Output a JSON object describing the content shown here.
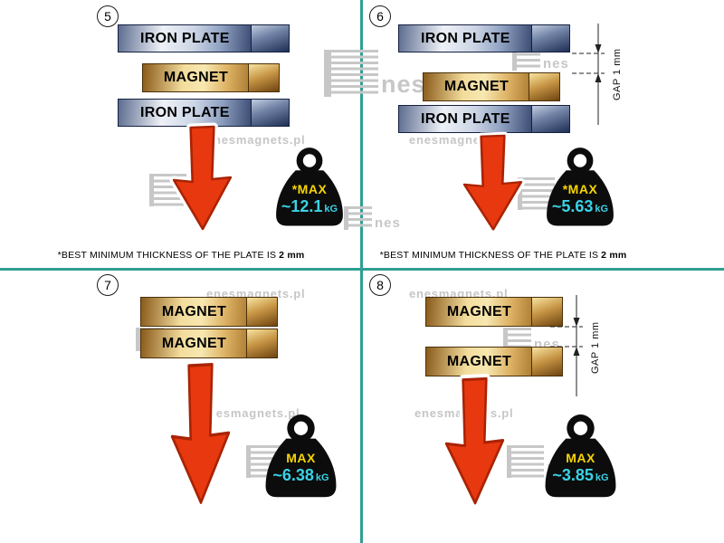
{
  "colors": {
    "divider": "#2f9f92",
    "arrow": "#e8380f",
    "max_text": "#f8d504",
    "value_text": "#3ad2e6"
  },
  "watermark": {
    "url": "enesmagnets.pl",
    "logo_nes": "nes"
  },
  "panels": [
    {
      "number": "5",
      "layers": [
        {
          "kind": "iron",
          "label": "IRON PLATE"
        },
        {
          "kind": "magnet",
          "label": "MAGNET"
        },
        {
          "kind": "iron",
          "label": "IRON PLATE"
        }
      ],
      "weight": {
        "max": "*MAX",
        "value": "~12.1",
        "unit": "kG"
      },
      "footnote": {
        "text": "*BEST MINIMUM THICKNESS OF THE PLATE IS",
        "bold": "2 mm"
      }
    },
    {
      "number": "6",
      "layers": [
        {
          "kind": "iron",
          "label": "IRON PLATE"
        },
        {
          "kind": "magnet",
          "label": "MAGNET"
        },
        {
          "kind": "iron",
          "label": "IRON PLATE"
        }
      ],
      "gap_label": "GAP 1 mm",
      "weight": {
        "max": "*MAX",
        "value": "~5.63",
        "unit": "kG"
      },
      "footnote": {
        "text": "*BEST MINIMUM THICKNESS OF THE PLATE IS",
        "bold": "2 mm"
      }
    },
    {
      "number": "7",
      "layers": [
        {
          "kind": "magnet",
          "label": "MAGNET"
        },
        {
          "kind": "magnet",
          "label": "MAGNET"
        }
      ],
      "weight": {
        "max": "MAX",
        "value": "~6.38",
        "unit": "kG"
      }
    },
    {
      "number": "8",
      "layers": [
        {
          "kind": "magnet",
          "label": "MAGNET"
        },
        {
          "kind": "magnet",
          "label": "MAGNET"
        }
      ],
      "gap_label": "GAP 1 mm",
      "weight": {
        "max": "MAX",
        "value": "~3.85",
        "unit": "kG"
      }
    }
  ]
}
